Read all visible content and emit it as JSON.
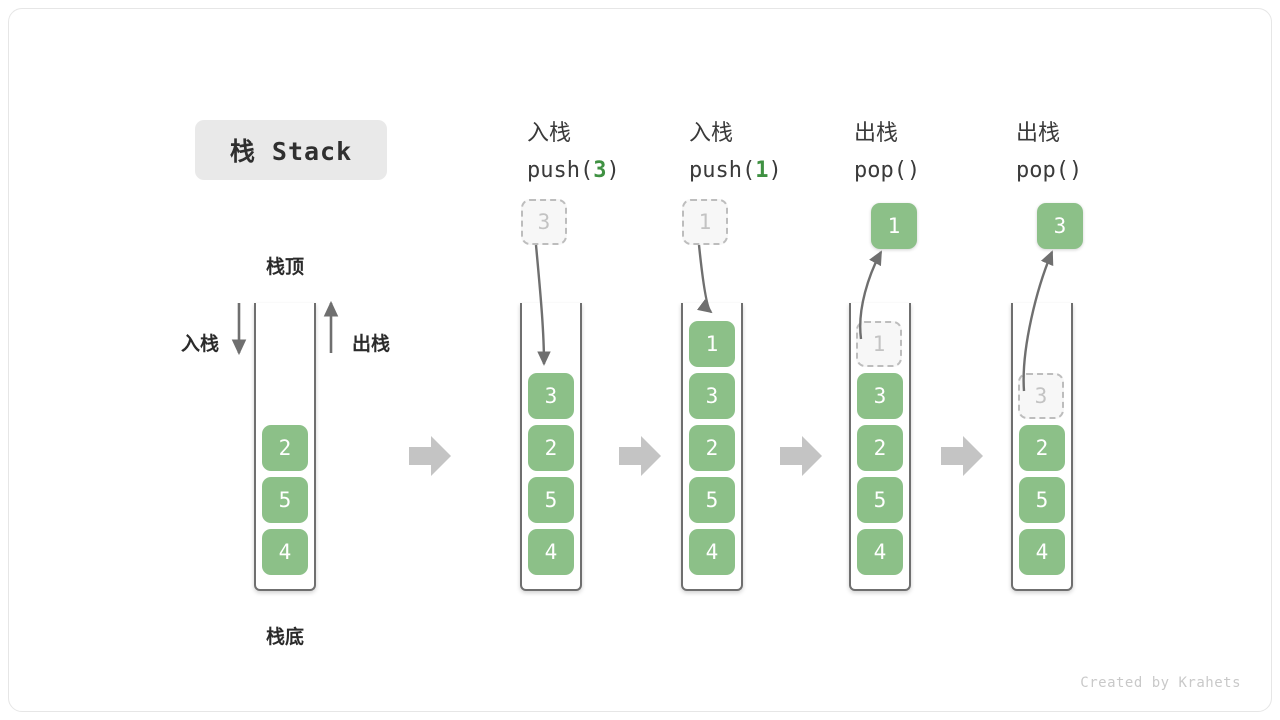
{
  "title": {
    "text": "栈 Stack"
  },
  "labels": {
    "top": "栈顶",
    "bottom": "栈底",
    "push_arrow": "入栈",
    "pop_arrow": "出栈"
  },
  "footer": {
    "credit": "Created by Krahets"
  },
  "colors": {
    "element": "#8cc088",
    "ghost_border": "#bdbdbd",
    "ghost_text": "#c3c3c3",
    "arrow": "#6f6f6f",
    "separator": "#c4c4c4",
    "badge_bg": "#e9e9e9",
    "accent_text": "#3f9142"
  },
  "columns": [
    {
      "id": "initial",
      "kind": "initial",
      "heading_cn": "",
      "heading_code": "",
      "stack": [
        "2",
        "5",
        "4"
      ]
    },
    {
      "id": "push-3",
      "kind": "push",
      "heading_cn": "入栈",
      "heading_code_prefix": "push(",
      "heading_code_arg": "3",
      "heading_code_suffix": ")",
      "floating_value": "3",
      "floating_state": "ghost",
      "stack": [
        "3",
        "2",
        "5",
        "4"
      ]
    },
    {
      "id": "push-1",
      "kind": "push",
      "heading_cn": "入栈",
      "heading_code_prefix": "push(",
      "heading_code_arg": "1",
      "heading_code_suffix": ")",
      "floating_value": "1",
      "floating_state": "ghost",
      "stack": [
        "1",
        "3",
        "2",
        "5",
        "4"
      ]
    },
    {
      "id": "pop-1",
      "kind": "pop",
      "heading_cn": "出栈",
      "heading_code_prefix": "pop(",
      "heading_code_arg": "",
      "heading_code_suffix": ")",
      "floating_value": "1",
      "floating_state": "filled",
      "ghost_slot": "1",
      "stack": [
        "3",
        "2",
        "5",
        "4"
      ]
    },
    {
      "id": "pop-3",
      "kind": "pop",
      "heading_cn": "出栈",
      "heading_code_prefix": "pop(",
      "heading_code_arg": "",
      "heading_code_suffix": ")",
      "floating_value": "3",
      "floating_state": "filled",
      "ghost_slot": "3",
      "stack": [
        "2",
        "5",
        "4"
      ]
    }
  ]
}
